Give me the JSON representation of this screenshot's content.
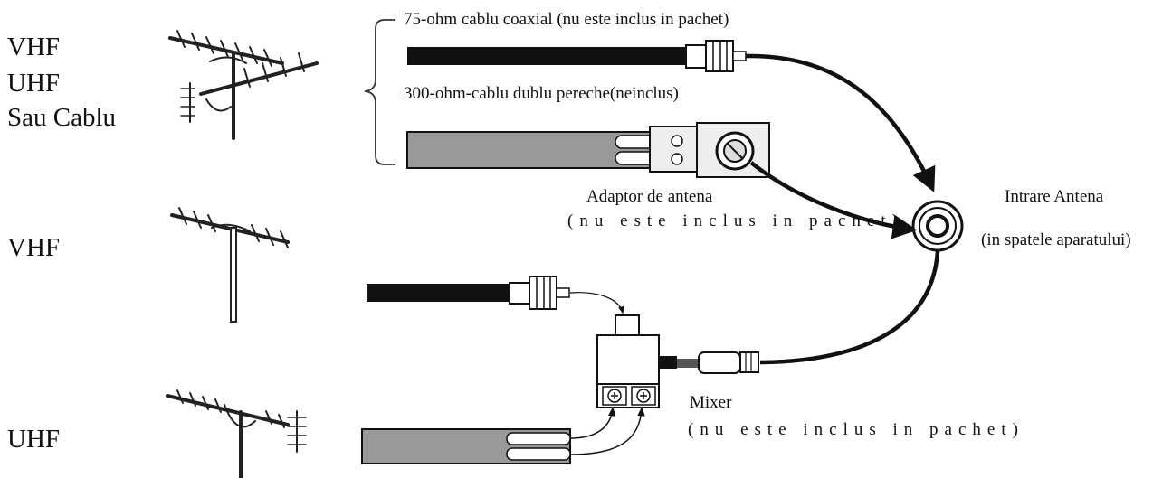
{
  "sources": {
    "combo": [
      "VHF",
      "UHF",
      "Sau Cablu"
    ],
    "vhf": "VHF",
    "uhf": "UHF"
  },
  "cables": {
    "coax_75": "75-ohm cablu coaxial (nu este inclus in pachet)",
    "twin_300": "300-ohm-cablu dublu pereche(neinclus)"
  },
  "adapter": {
    "name": "Adaptor de antena",
    "note": "(nu este inclus in pachet)"
  },
  "antenna_input": {
    "name": "Intrare  Antena",
    "note": "(in spatele aparatului)"
  },
  "mixer": {
    "name": "Mixer",
    "note": "(nu este inclus in pachet)"
  },
  "colors": {
    "ink": "#111111",
    "cable_gray": "#999999",
    "body_light": "#eeeeee"
  }
}
